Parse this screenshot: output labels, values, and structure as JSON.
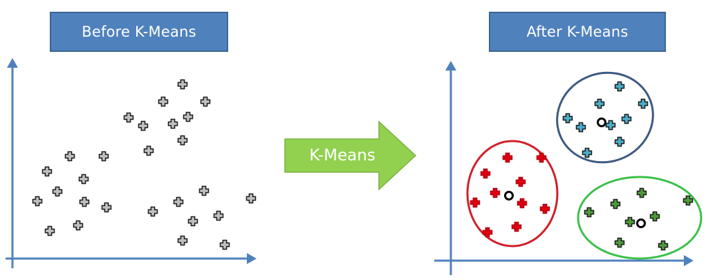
{
  "titles": {
    "before": "Before K-Means",
    "after": "After K-Means"
  },
  "arrow": {
    "label": "K-Means"
  },
  "colors": {
    "title_fill": "#4f81bd",
    "arrow_fill": "#92d050",
    "axis": "#4f81bd",
    "point_gray": "#bfbfbf",
    "cluster_red": "#e00010",
    "cluster_blue": "#4bacc6",
    "cluster_green": "#4e9a3c",
    "ellipse_red": "#d0202a",
    "ellipse_blue": "#3d5a80",
    "ellipse_green": "#3cc04a",
    "centroid": "#000000"
  },
  "icons": {
    "data_point": "plus-marker-icon",
    "centroid": "ring-marker-icon"
  }
}
